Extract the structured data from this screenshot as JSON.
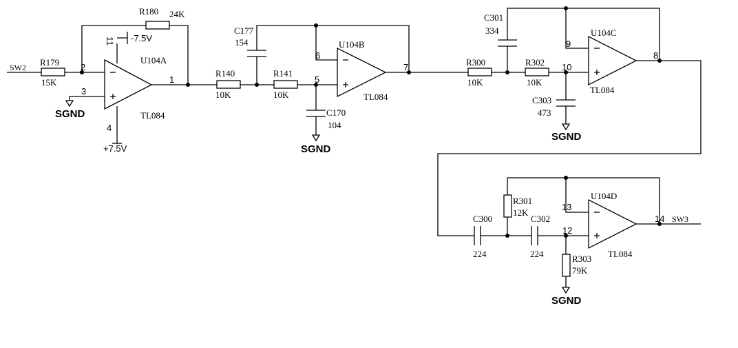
{
  "signals": {
    "input": "SW2",
    "output": "SW3"
  },
  "ground": {
    "label": "SGND"
  },
  "power": {
    "neg": "-7.5V",
    "pos": "+7.5V"
  },
  "opamps": {
    "a": {
      "name": "U104A",
      "part": "TL084",
      "pin_out": "1",
      "pin_inv": "2",
      "pin_noninv": "3",
      "pin_vpos": "4",
      "pin_vneg": "11"
    },
    "b": {
      "name": "U104B",
      "part": "TL084",
      "pin_out": "7",
      "pin_inv": "6",
      "pin_noninv": "5"
    },
    "c": {
      "name": "U104C",
      "part": "TL084",
      "pin_out": "8",
      "pin_inv": "9",
      "pin_noninv": "10"
    },
    "d": {
      "name": "U104D",
      "part": "TL084",
      "pin_out": "14",
      "pin_inv": "13",
      "pin_noninv": "12"
    }
  },
  "resistors": {
    "r179": {
      "ref": "R179",
      "value": "15K"
    },
    "r180": {
      "ref": "R180",
      "value": "24K"
    },
    "r140": {
      "ref": "R140",
      "value": "10K"
    },
    "r141": {
      "ref": "R141",
      "value": "10K"
    },
    "r300": {
      "ref": "R300",
      "value": "10K"
    },
    "r302": {
      "ref": "R302",
      "value": "10K"
    },
    "r301": {
      "ref": "R301",
      "value": "12K"
    },
    "r303": {
      "ref": "R303",
      "value": "79K"
    }
  },
  "capacitors": {
    "c177": {
      "ref": "C177",
      "value": "154"
    },
    "c170": {
      "ref": "C170",
      "value": "104"
    },
    "c301": {
      "ref": "C301",
      "value": "334"
    },
    "c303": {
      "ref": "C303",
      "value": "473"
    },
    "c300": {
      "ref": "C300",
      "value": "224"
    },
    "c302": {
      "ref": "C302",
      "value": "224"
    }
  }
}
